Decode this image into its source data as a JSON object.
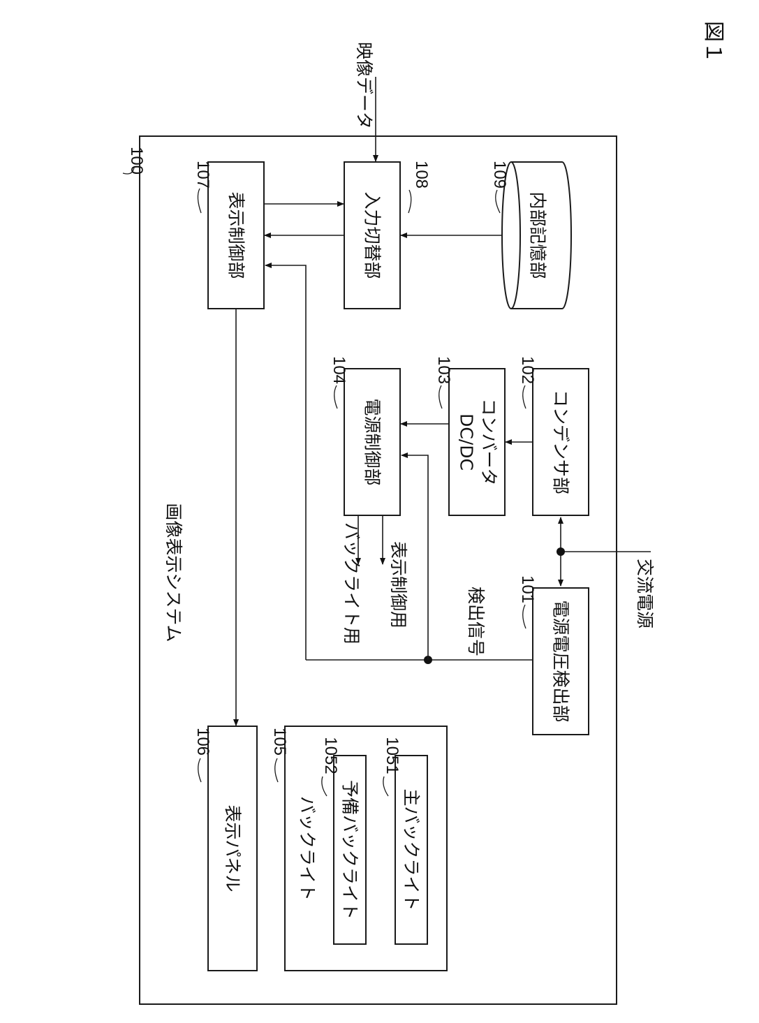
{
  "figure_label": "図１",
  "system": {
    "ref": "100",
    "title": "画像表示システム"
  },
  "blocks": {
    "voltage_detector": {
      "ref": "101",
      "label": "電源電圧検出部"
    },
    "capacitor": {
      "ref": "102",
      "label": "コンデンサ部"
    },
    "dcdc": {
      "ref": "103",
      "label_line1": "DC/DC",
      "label_line2": "コンバータ"
    },
    "power_control": {
      "ref": "104",
      "label": "電源制御部"
    },
    "backlight": {
      "ref": "105",
      "label": "バックライト"
    },
    "spare_backlight": {
      "ref": "1052",
      "label": "予備バックライト"
    },
    "main_backlight": {
      "ref": "1051",
      "label": "主バックライト"
    },
    "display_panel": {
      "ref": "106",
      "label": "表示パネル"
    },
    "display_control": {
      "ref": "107",
      "label": "表示制御部"
    },
    "input_switch": {
      "ref": "108",
      "label": "入力切替部"
    },
    "internal_storage": {
      "ref": "109",
      "label": "内部記憶部"
    }
  },
  "signals": {
    "video_data": "映像データ",
    "ac_power": "交流電源",
    "detection_signal": "検出信号",
    "for_backlight": "バックライト用",
    "for_display_control": "表示制御用"
  }
}
